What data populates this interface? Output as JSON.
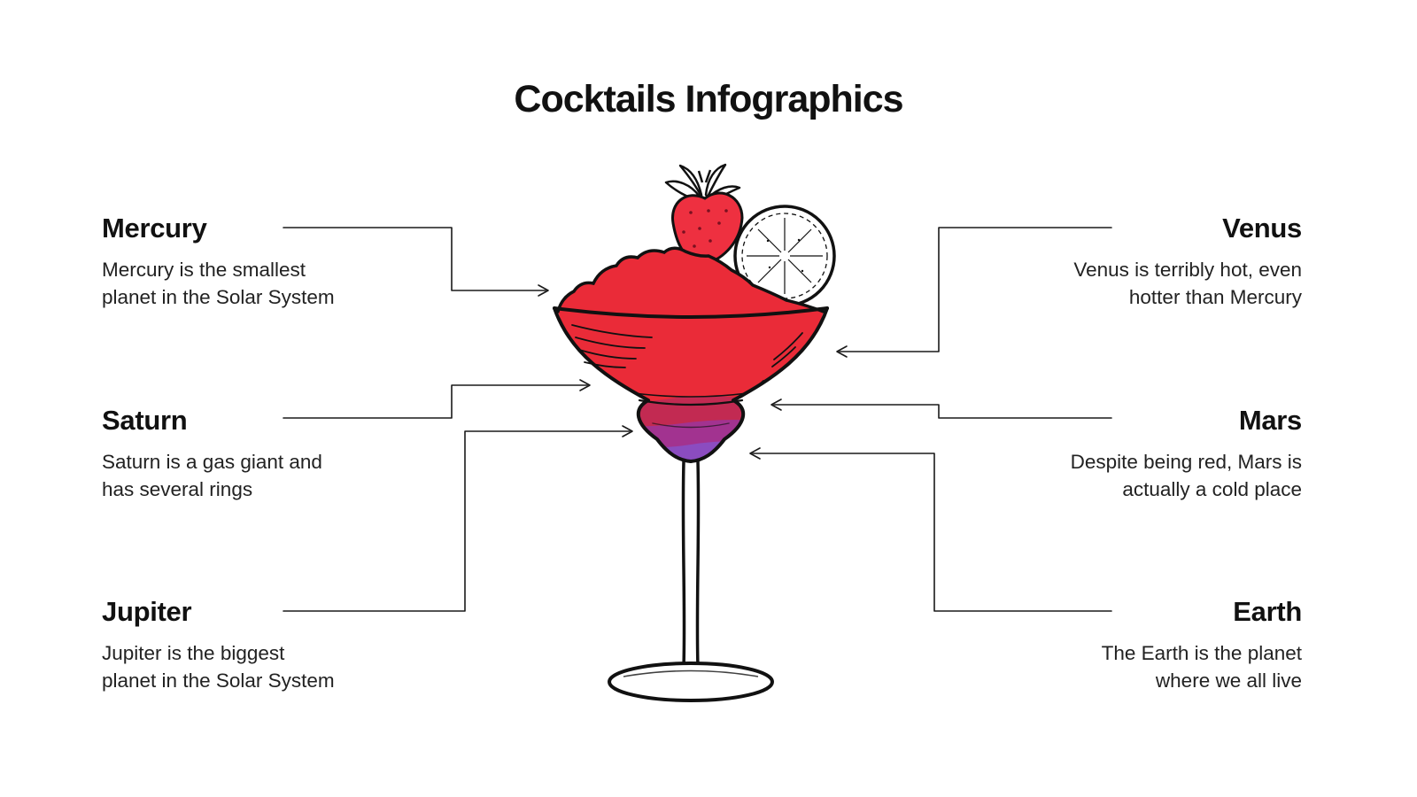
{
  "title": "Cocktails Infographics",
  "items": [
    {
      "label": "Mercury",
      "side": "left",
      "description": "Mercury is the smallest\nplanet in the Solar System"
    },
    {
      "label": "Venus",
      "side": "right",
      "description": "Venus is terribly hot, even\nhotter than Mercury"
    },
    {
      "label": "Saturn",
      "side": "left",
      "description": "Saturn is a gas giant and\nhas several rings"
    },
    {
      "label": "Mars",
      "side": "right",
      "description": "Despite being red, Mars is\nactually a cold place"
    },
    {
      "label": "Jupiter",
      "side": "left",
      "description": "Jupiter is the biggest\nplanet in the Solar System"
    },
    {
      "label": "Earth",
      "side": "right",
      "description": "The Earth is the planet\nwhere we all live"
    }
  ],
  "illustration": {
    "name": "margarita-cocktail-sketch",
    "garnishes": [
      "strawberry",
      "lime-slice"
    ],
    "colors": {
      "drink_red": "#ea2b38",
      "band_dark_red": "#c22a52",
      "band_magenta": "#a23390",
      "band_purple": "#8b4cc0",
      "outline": "#111111",
      "connector": "#1a1a1a"
    }
  }
}
